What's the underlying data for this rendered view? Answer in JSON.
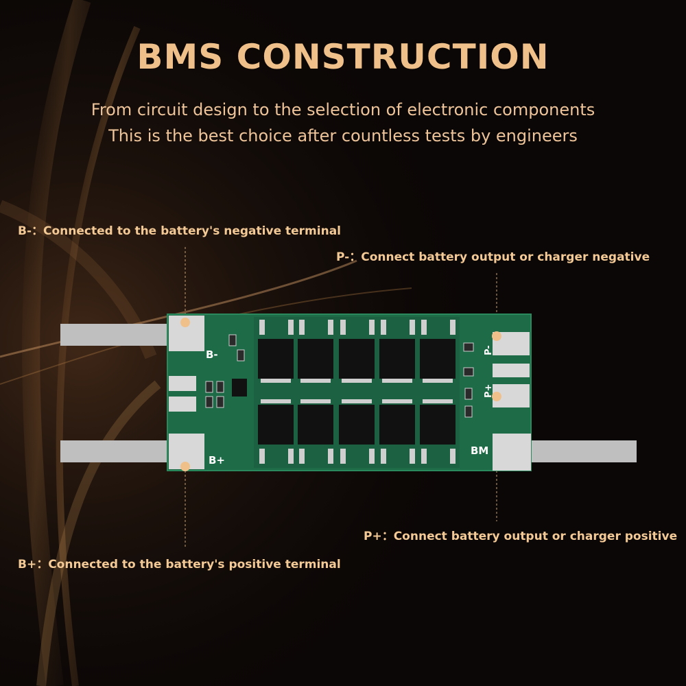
{
  "title": "BMS CONSTRUCTION",
  "subtitle_line1": "From circuit design to the selection of electronic components",
  "subtitle_line2": "This is the best choice after countless tests by engineers",
  "callouts": {
    "b_negative": "B-：Connected to the battery's negative terminal",
    "p_negative": "P-：Connect battery output or charger negative",
    "p_positive": "P+：Connect battery output or charger positive",
    "b_positive": "B+：Connected to the battery's positive terminal"
  },
  "board_labels": {
    "b_minus": "B-",
    "b_plus": "B+",
    "bm": "BM",
    "p_minus": "P-",
    "p_plus": "P+"
  },
  "colors": {
    "accent": "#f0c08a",
    "pcb": "#1e6b48",
    "pad": "#d8d8d8",
    "background": "#0b0706"
  }
}
